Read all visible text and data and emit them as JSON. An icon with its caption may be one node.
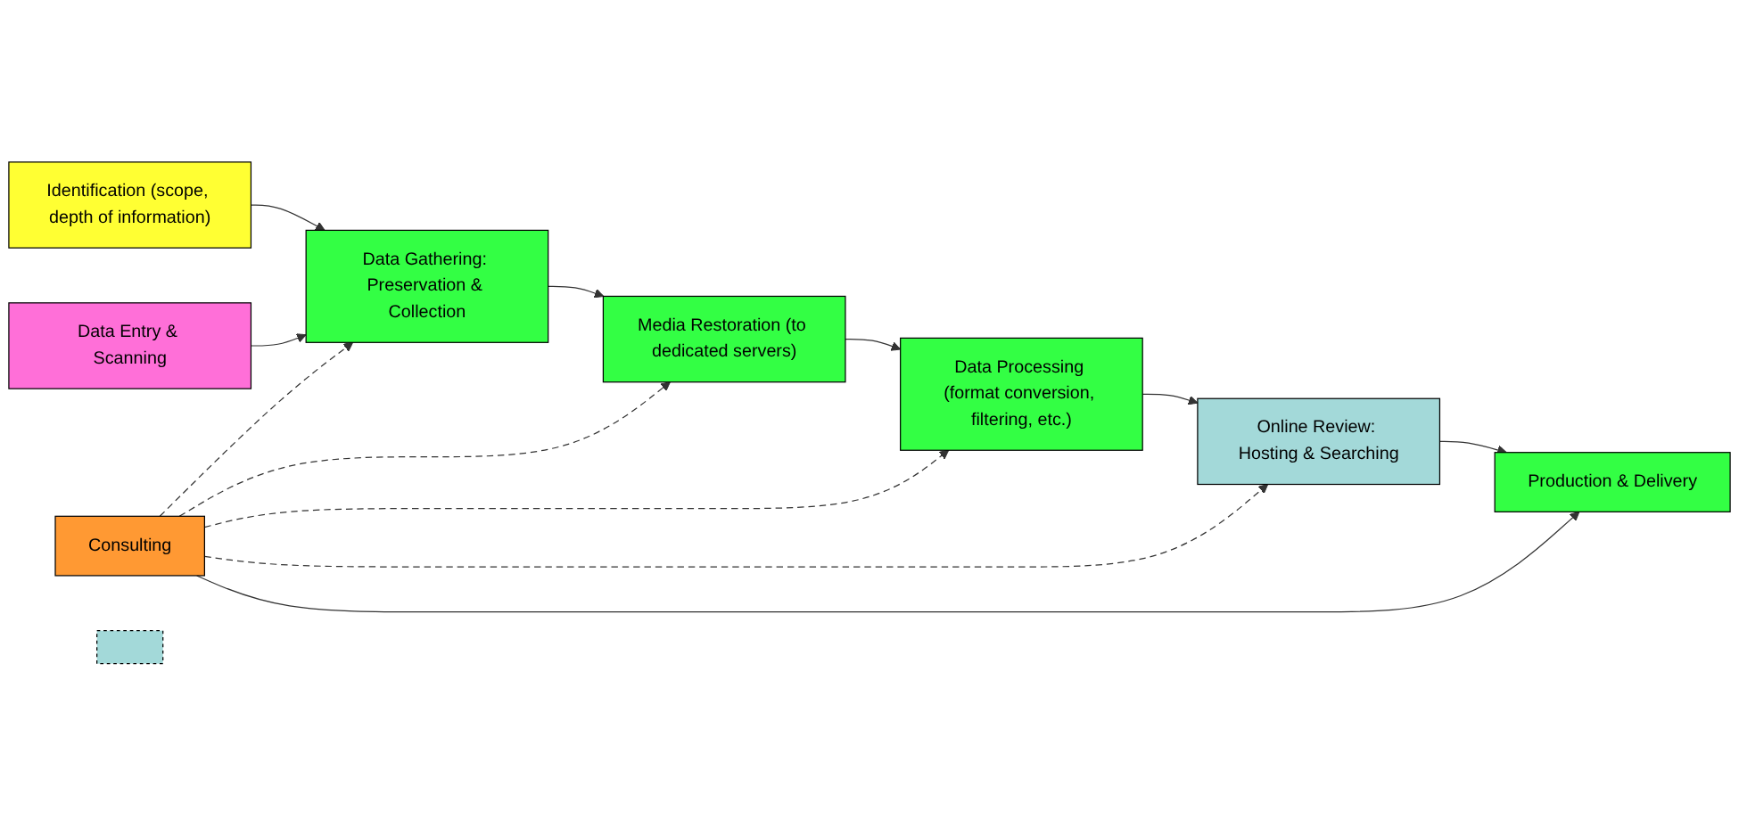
{
  "diagram": {
    "nodes": [
      {
        "text": [
          "Identification (scope, depth of information)"
        ]
      },
      {
        "text": [
          "Data Gathering: Preservation & Collection"
        ]
      },
      {
        "text": [
          "Media Restoration (to dedicated servers)"
        ]
      },
      {
        "text": [
          "Data Processing (format conversion, filtering, etc.)"
        ]
      },
      {
        "text": [
          "Online Review: Hosting & Searching"
        ]
      },
      {
        "text": [
          "Production & Delivery"
        ]
      },
      {
        "text": [
          "Data Entry & Scanning"
        ]
      },
      {
        "text": [
          "Consulting"
        ]
      },
      {
        "text": [],
        "shape": "box"
      }
    ],
    "edges": [
      {
        "from": 0,
        "to": 1,
        "arrow": "to"
      },
      {
        "from": 6,
        "to": 1,
        "arrow": "to"
      },
      {
        "from": 1,
        "to": 2,
        "arrow": "to"
      },
      {
        "from": 2,
        "to": 3,
        "arrow": "to"
      },
      {
        "from": 3,
        "to": 4,
        "arrow": "to"
      },
      {
        "from": 4,
        "to": 5,
        "arrow": "to"
      },
      {
        "from": 7,
        "to": 5,
        "arrow": "to"
      },
      {
        "from": 7,
        "to": 1,
        "arrow": "to",
        "style": "dashed"
      },
      {
        "from": 7,
        "to": 2,
        "arrow": "to",
        "style": "dashed"
      },
      {
        "from": 7,
        "to": 3,
        "arrow": "to",
        "style": "dashed"
      },
      {
        "from": 7,
        "to": 4,
        "arrow": "to",
        "style": "dashed"
      }
    ]
  }
}
